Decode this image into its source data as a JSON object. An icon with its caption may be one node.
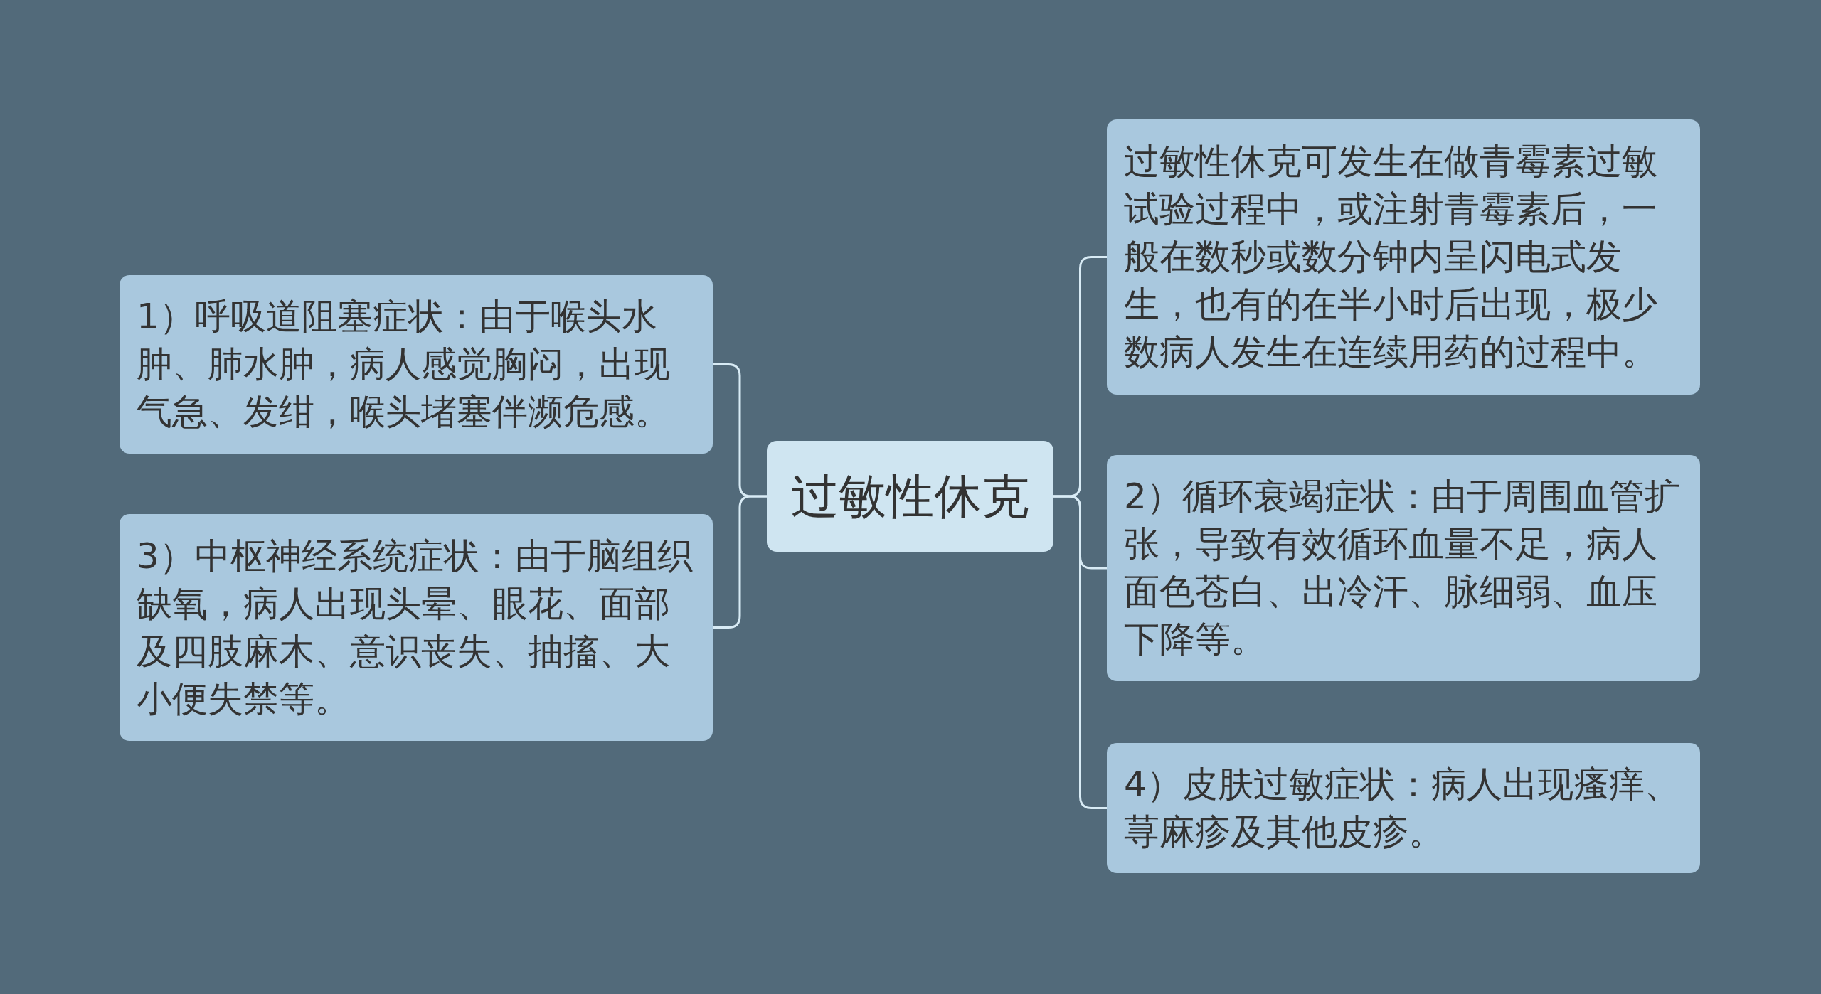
{
  "diagram": {
    "nodes": [
      {
        "text": [
          "过敏性休克"
        ]
      },
      {
        "text": [
          "1）呼吸道阻塞症状：由于喉头水肿、肺水肿，病人感觉胸闷，出现气急、发绀，喉头堵塞伴濒危感。"
        ]
      },
      {
        "text": [
          "3）中枢神经系统症状：由于脑组织缺氧，病人出现头晕、眼花、面部及四肢麻木、意识丧失、抽搐、大小便失禁等。"
        ]
      },
      {
        "text": [
          "过敏性休克可发生在做青霉素过敏试验过程中，或注射青霉素后，一般在数秒或数分钟内呈闪电式发生，也有的在半小时后出现，极少数病人发生在连续用药的过程中。"
        ]
      },
      {
        "text": [
          "2）循环衰竭症状：由于周围血管扩张，导致有效循环血量不足，病人面色苍白、出冷汗、脉细弱、血压下降等。"
        ]
      },
      {
        "text": [
          "4）皮肤过敏症状：病人出现瘙痒、荨麻疹及其他皮疹。"
        ]
      }
    ],
    "edges": [
      {
        "from": 0,
        "to": 1,
        "arrow": "none"
      },
      {
        "from": 0,
        "to": 2,
        "arrow": "none"
      },
      {
        "from": 0,
        "to": 3,
        "arrow": "none"
      },
      {
        "from": 0,
        "to": 4,
        "arrow": "none"
      },
      {
        "from": 0,
        "to": 5,
        "arrow": "none"
      }
    ]
  }
}
